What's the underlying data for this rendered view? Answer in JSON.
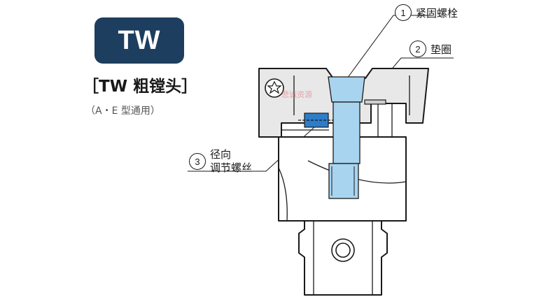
{
  "badge": {
    "text": "TW"
  },
  "title": "［TW 粗镗头］",
  "subtitle": "（A・E 型通用）",
  "callouts": [
    {
      "number": "1",
      "label": "紧固螺栓"
    },
    {
      "number": "2",
      "label": "垫圈"
    },
    {
      "number": "3",
      "label_line1": "径向",
      "label_line2": "调节螺丝"
    }
  ],
  "watermark": "悲诚资源",
  "colors": {
    "badge_bg": "#1d3e5e",
    "bolt_fill": "#a8d4ef",
    "adjust_screw_fill": "#2e7dc8",
    "body_fill": "#e8e8e8",
    "outline": "#1a1a1a"
  }
}
